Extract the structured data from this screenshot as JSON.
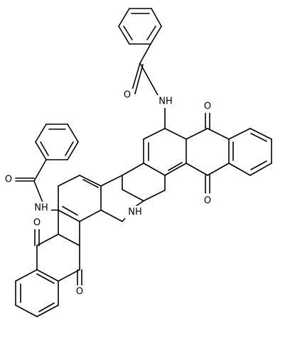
{
  "molecule": {
    "atoms": {
      "o_benzoyl_top": "O",
      "nh_amide_top": "NH",
      "o_quinone_top_a": "O",
      "o_quinone_top_b": "O",
      "o_benzoyl_left": "O",
      "nh_amide_left": "NH",
      "nh_carbazole": "NH",
      "o_quinone_bottom_a": "O",
      "o_quinone_bottom_b": "O"
    }
  }
}
